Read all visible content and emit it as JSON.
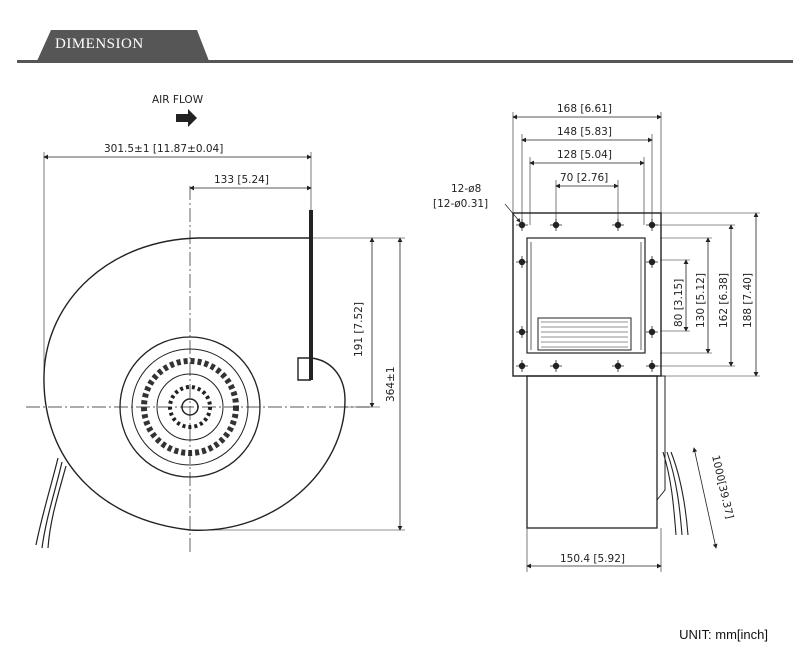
{
  "header": {
    "title": "DIMENSION"
  },
  "side_view": {
    "airflow_label": "AIR FLOW",
    "overall_width": "301.5±1 [11.87±0.04]",
    "outlet_offset": "133 [5.24]",
    "outlet_height": "191 [7.52]",
    "overall_height": "364±1"
  },
  "front_view": {
    "hole_spec_line1": "12-ø8",
    "hole_spec_line2": "[12-ø0.31]",
    "w168": "168 [6.61]",
    "w148": "148 [5.83]",
    "w128": "128 [5.04]",
    "w70": "70 [2.76]",
    "h80": "80 [3.15]",
    "h130": "130 [5.12]",
    "h162": "162 [6.38]",
    "h188": "188 [7.40]",
    "cable_length": "1000[39.37]",
    "depth": "150.4 [5.92]"
  },
  "unit": "UNIT: mm[inch]"
}
